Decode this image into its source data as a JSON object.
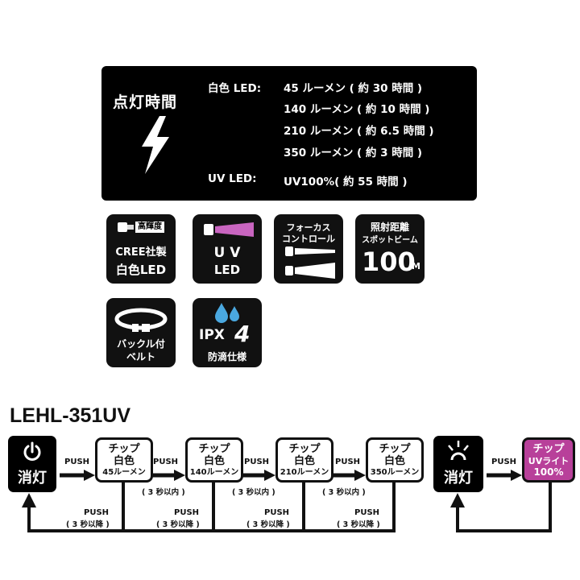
{
  "spec": {
    "title": "点灯時間",
    "white_label": "白色 LED:",
    "white_lines": [
      "45 ルーメン ( 約 30 時間 )",
      "140 ルーメン ( 約 10 時間 )",
      "210 ルーメン ( 約 6.5 時間 )",
      "350 ルーメン ( 約 3 時間 )"
    ],
    "uv_label": "UV LED:",
    "uv_line": "UV100%( 約 55 時間 )"
  },
  "features": {
    "cree": {
      "badge": "高輝度",
      "line1": "CREE社製",
      "line2": "白色LED"
    },
    "uv": {
      "line1": "U  V",
      "line2": "LED"
    },
    "focus": {
      "line1": "フォーカス",
      "line2": "コントロール"
    },
    "distance": {
      "line1": "照射距離",
      "line2": "スポットビーム",
      "value": "100",
      "unit": "M"
    },
    "belt": {
      "line1": "バックル付",
      "line2": "ベルト"
    },
    "ipx": {
      "label": "IPX",
      "value": "4",
      "line2": "防滴仕様"
    }
  },
  "model": "LEHL-351UV",
  "flow_white": {
    "off_label": "消灯",
    "push": "PUSH",
    "modes": [
      {
        "top": "チップ",
        "mid": "白色",
        "lum": "45ルーメン"
      },
      {
        "top": "チップ",
        "mid": "白色",
        "lum": "140ルーメン"
      },
      {
        "top": "チップ",
        "mid": "白色",
        "lum": "210ルーメン"
      },
      {
        "top": "チップ",
        "mid": "白色",
        "lum": "350ルーメン"
      }
    ],
    "within": "( 3 秒以内 )",
    "after": "( 3 秒以降 )"
  },
  "flow_uv": {
    "off_label": "消灯",
    "push": "PUSH",
    "mode": {
      "top": "チップ",
      "mid": "UVライト",
      "lum": "100%"
    },
    "colors": {
      "uv_fill": "#b8409a"
    }
  }
}
